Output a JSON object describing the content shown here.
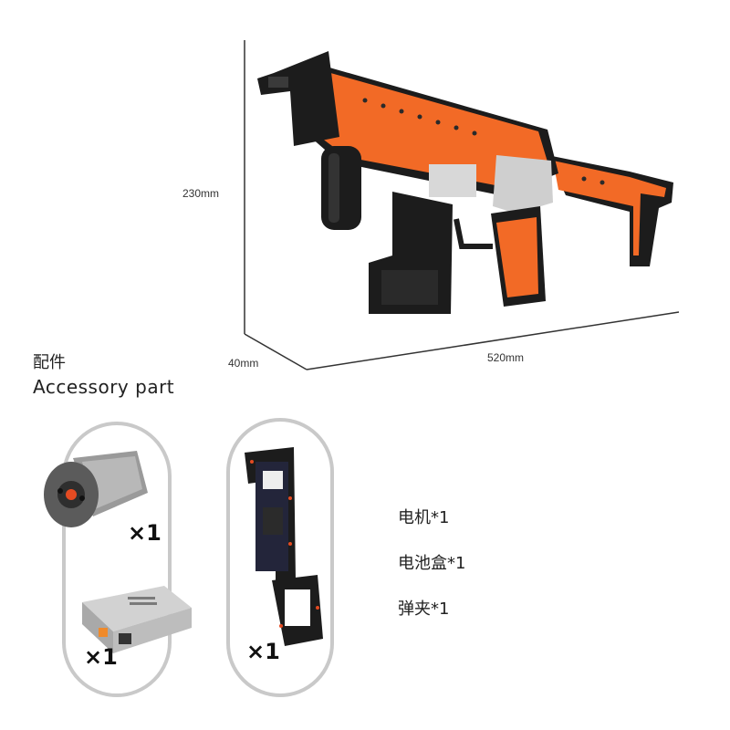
{
  "dimensions": {
    "height_label": "230mm",
    "depth_label": "40mm",
    "length_label": "520mm"
  },
  "accessory": {
    "title_cn": "配件",
    "title_en": "Accessory part"
  },
  "parts": [
    {
      "name": "motor",
      "qty_label": "×1"
    },
    {
      "name": "battery-box",
      "qty_label": "×1"
    },
    {
      "name": "magazine",
      "qty_label": "×1"
    }
  ],
  "part_list": [
    "电机*1",
    "电池盒*1",
    "弹夹*1"
  ],
  "colors": {
    "body_orange": "#f26a26",
    "frame_black": "#1c1c1c",
    "part_grey": "#b5b5b5",
    "pill_border": "#c9c9c9"
  }
}
